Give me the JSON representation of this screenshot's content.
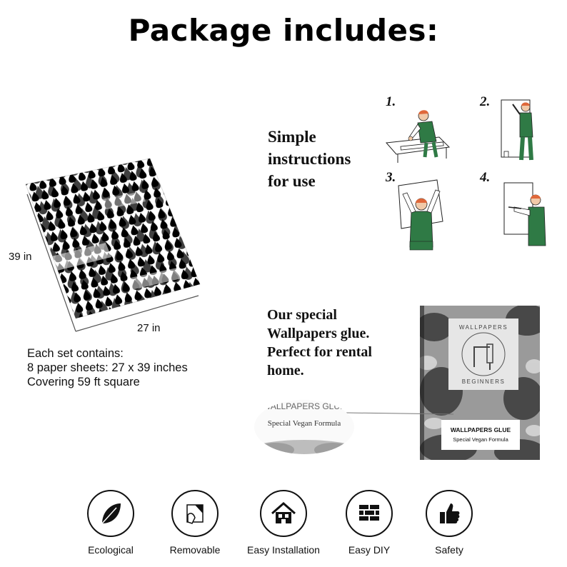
{
  "title": "Package includes:",
  "sheet": {
    "height_label": "39 in",
    "width_label": "27 in"
  },
  "contents": {
    "line1": "Each set contains:",
    "line2": "8 paper sheets: 27 x 39 inches",
    "line3": "Covering 59 ft square"
  },
  "instructions": {
    "line1": "Simple",
    "line2": "instructions",
    "line3": "for use",
    "steps": [
      "1.",
      "2.",
      "3.",
      "4."
    ]
  },
  "glue": {
    "line1": "Our special",
    "line2": "Wallpapers glue.",
    "line3": "Perfect for rental",
    "line4": "home.",
    "zoom_title": "WALLPAPERS GLUE",
    "zoom_subtitle": "Special Vegan Formula",
    "box_title": "WALLPAPERS GLUE",
    "box_subtitle": "Special Vegan Formula",
    "logo_top": "WALLPAPERS",
    "logo_bottom": "BEGINNERS"
  },
  "features": [
    {
      "label": "Ecological",
      "icon": "leaf-icon"
    },
    {
      "label": "Removable",
      "icon": "peel-icon"
    },
    {
      "label": "Easy Installation",
      "icon": "house-icon"
    },
    {
      "label": "Easy DIY",
      "icon": "bricks-icon"
    },
    {
      "label": "Safety",
      "icon": "thumbs-up-icon"
    }
  ],
  "colors": {
    "worker_green": "#2f7a45",
    "worker_hair": "#e0683a",
    "text": "#111111"
  }
}
